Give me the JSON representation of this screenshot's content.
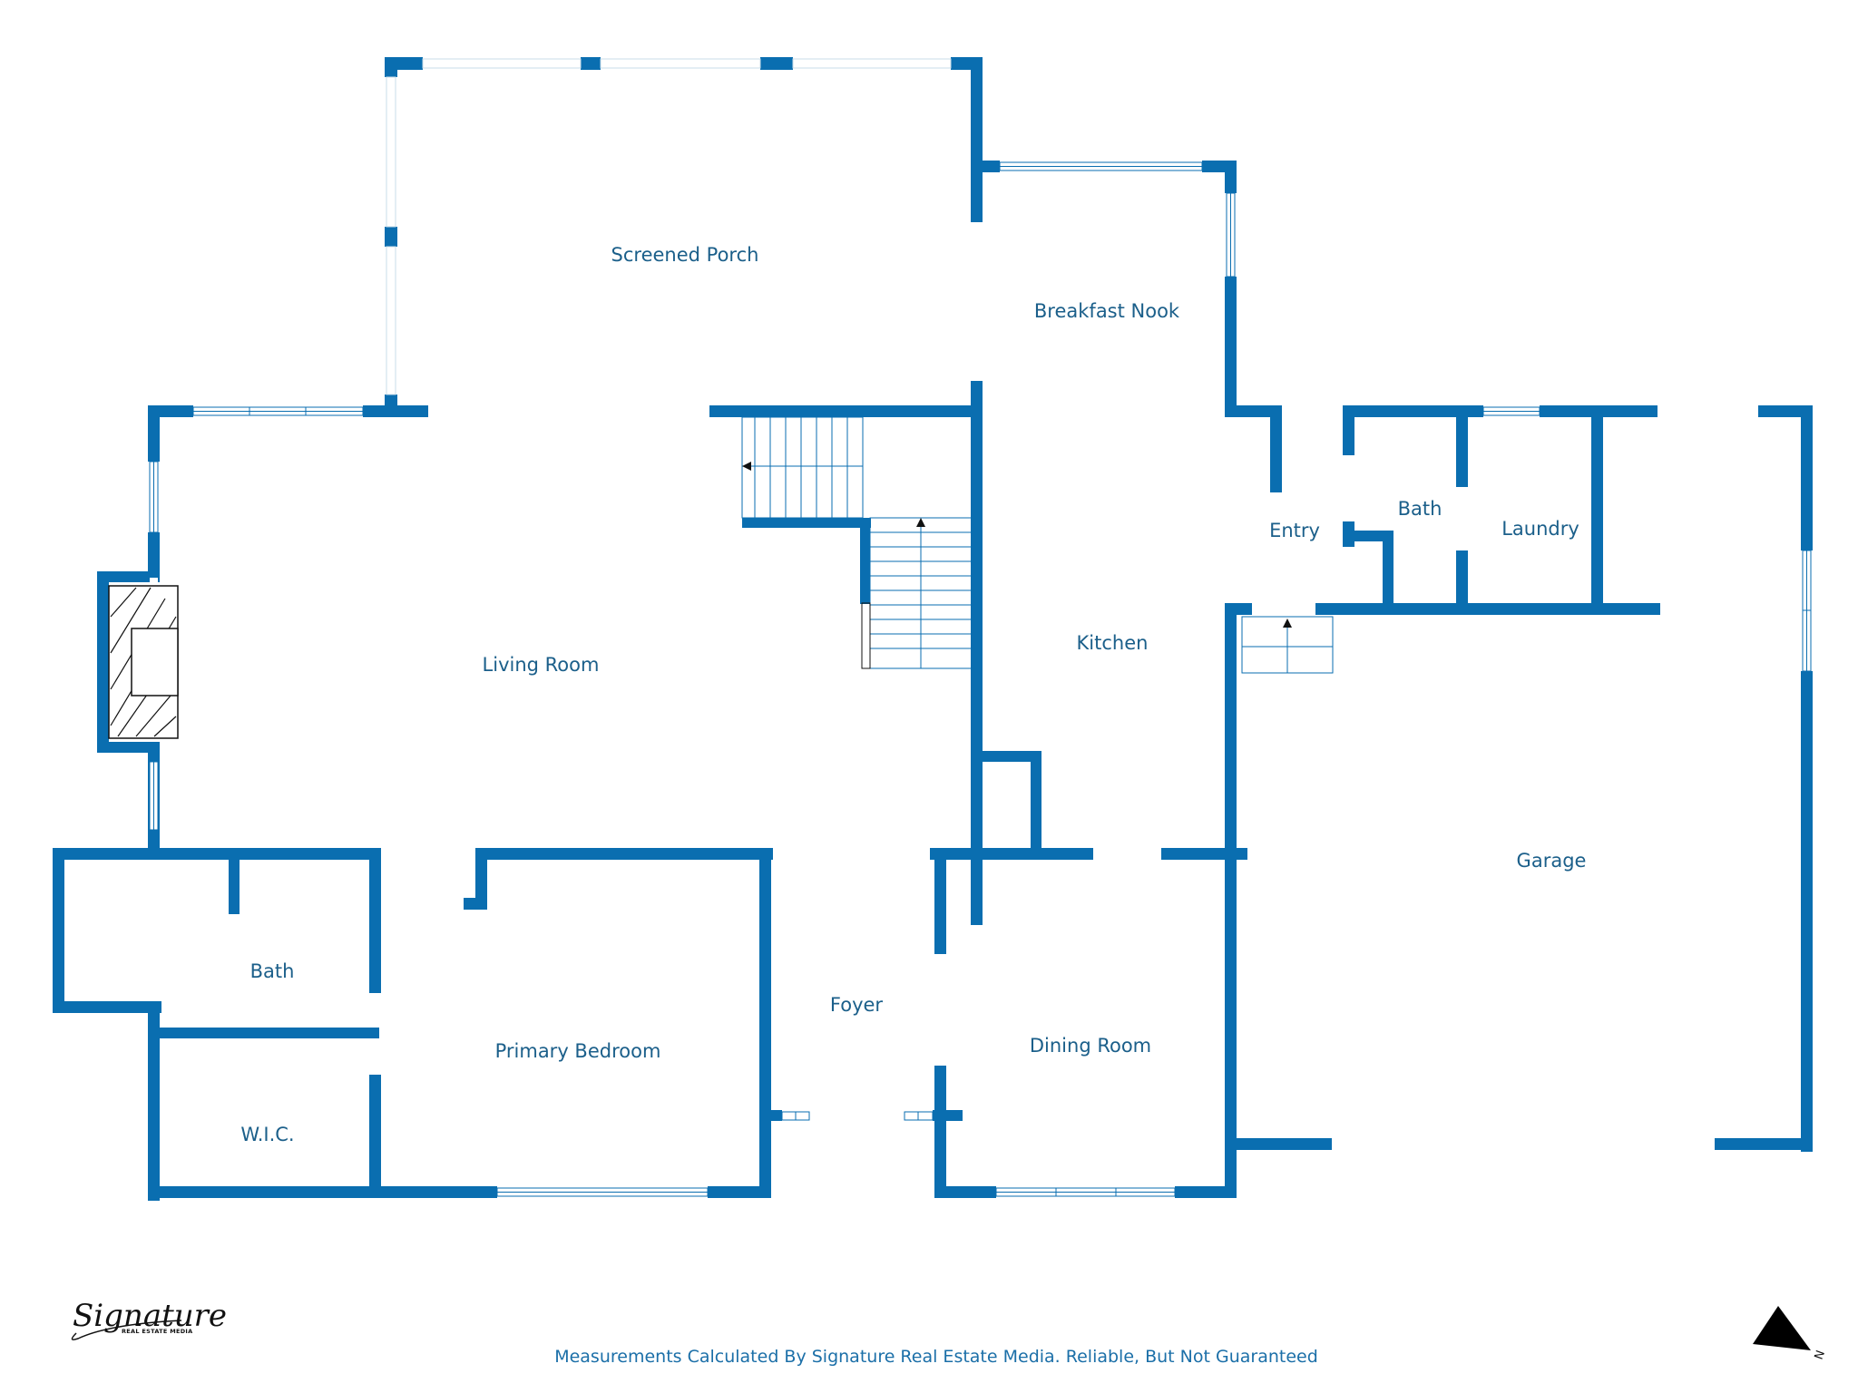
{
  "rooms": {
    "screened_porch": "Screened Porch",
    "breakfast_nook": "Breakfast Nook",
    "living_room": "Living Room",
    "kitchen": "Kitchen",
    "entry": "Entry",
    "bath_upper": "Bath",
    "laundry": "Laundry",
    "garage": "Garage",
    "bath_primary": "Bath",
    "wic": "W.I.C.",
    "primary_bedroom": "Primary Bedroom",
    "foyer": "Foyer",
    "dining_room": "Dining Room"
  },
  "footer": {
    "disclaimer": "Measurements Calculated By Signature Real Estate Media. Reliable, But Not Guaranteed"
  },
  "logo": {
    "script": "Signature",
    "subtitle": "REAL ESTATE MEDIA"
  },
  "compass": {
    "letter": "N"
  },
  "colors": {
    "wall": "#0a6eb0",
    "label": "#1b5f8a",
    "window": "#ffffff"
  }
}
